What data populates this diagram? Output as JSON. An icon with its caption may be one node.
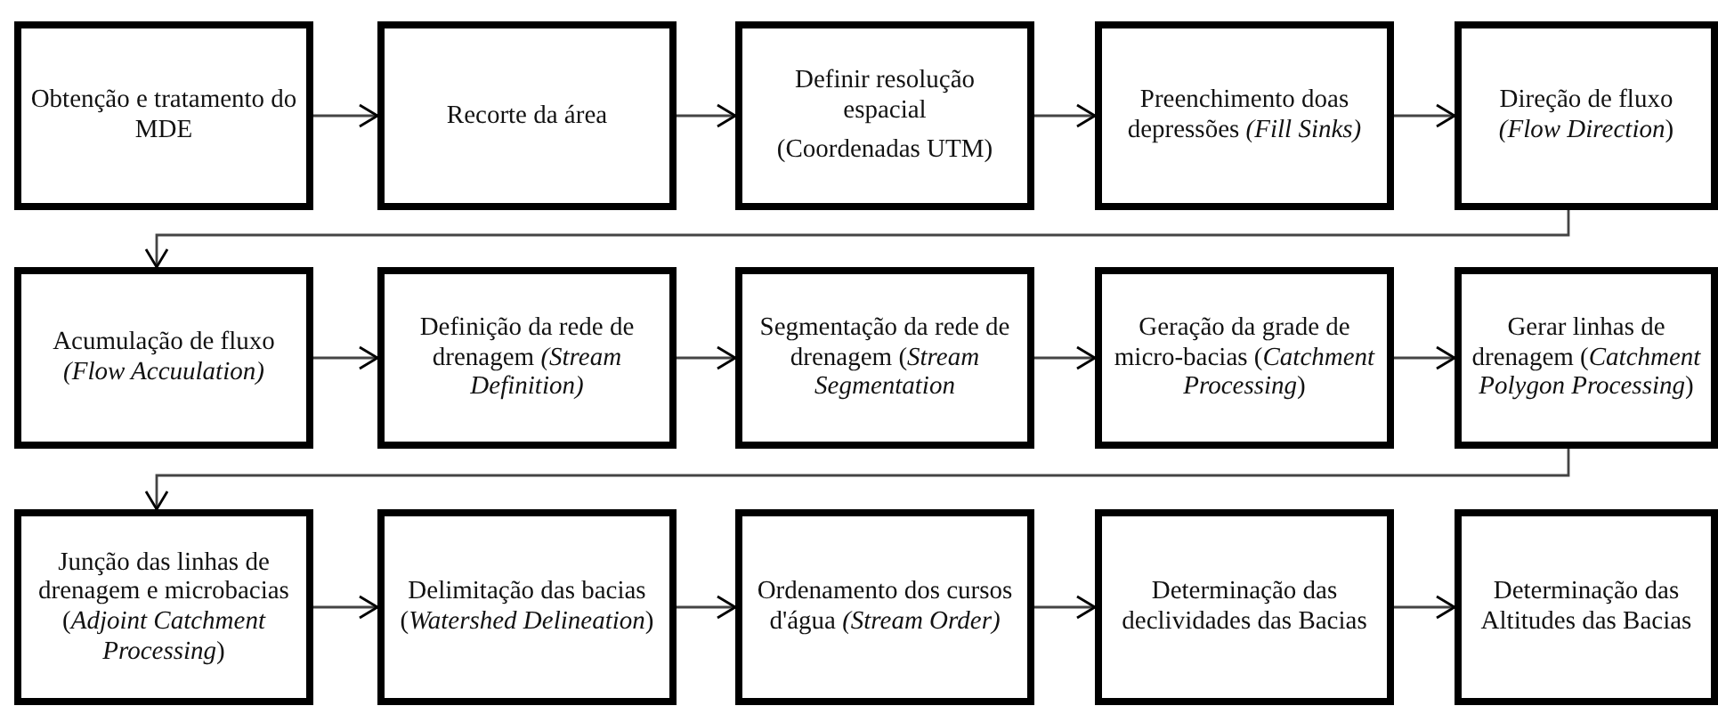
{
  "diagram": {
    "nodes": [
      {
        "text": [
          "Obtenção e tratamento do MDE"
        ]
      },
      {
        "text": [
          "Recorte da área"
        ]
      },
      {
        "text": [
          "Definir resolução espacial",
          "(Coordenadas UTM)"
        ]
      },
      {
        "text": [
          "Preenchimento doas depressões *(Fill Sinks)*"
        ]
      },
      {
        "text": [
          "Direção de fluxo *(Flow Direction*)"
        ]
      },
      {
        "text": [
          "Acumulação de fluxo *(Flow Accuulation)*"
        ]
      },
      {
        "text": [
          "Definição da rede de drenagem *(Stream Definition)*"
        ]
      },
      {
        "text": [
          "Segmentação da rede de drenagem (*Stream Segmentation*"
        ]
      },
      {
        "text": [
          "Geração da grade de micro-bacias (*Catchment Processing*)"
        ]
      },
      {
        "text": [
          "Gerar linhas de drenagem (*Catchment Polygon Processing*)"
        ]
      },
      {
        "text": [
          "Junção das linhas de drenagem e microbacias (*Adjoint Catchment Processing*)"
        ]
      },
      {
        "text": [
          "Delimitação das bacias (*Watershed Delineation*)"
        ]
      },
      {
        "text": [
          "Ordenamento dos cursos d'água *(Stream Order)*"
        ]
      },
      {
        "text": [
          "Determinação das declividades das Bacias"
        ]
      },
      {
        "text": [
          "Determinação das Altitudes das Bacias"
        ]
      }
    ],
    "edges": [
      {
        "from": 0,
        "to": 1,
        "arrow": "to"
      },
      {
        "from": 1,
        "to": 2,
        "arrow": "to"
      },
      {
        "from": 2,
        "to": 3,
        "arrow": "to"
      },
      {
        "from": 3,
        "to": 4,
        "arrow": "to"
      },
      {
        "from": 4,
        "to": 5,
        "arrow": "to"
      },
      {
        "from": 5,
        "to": 6,
        "arrow": "to"
      },
      {
        "from": 6,
        "to": 7,
        "arrow": "to"
      },
      {
        "from": 7,
        "to": 8,
        "arrow": "to"
      },
      {
        "from": 8,
        "to": 9,
        "arrow": "to"
      },
      {
        "from": 9,
        "to": 10,
        "arrow": "to"
      },
      {
        "from": 10,
        "to": 11,
        "arrow": "to"
      },
      {
        "from": 11,
        "to": 12,
        "arrow": "to"
      },
      {
        "from": 12,
        "to": 13,
        "arrow": "to"
      },
      {
        "from": 13,
        "to": 14,
        "arrow": "to"
      }
    ]
  }
}
